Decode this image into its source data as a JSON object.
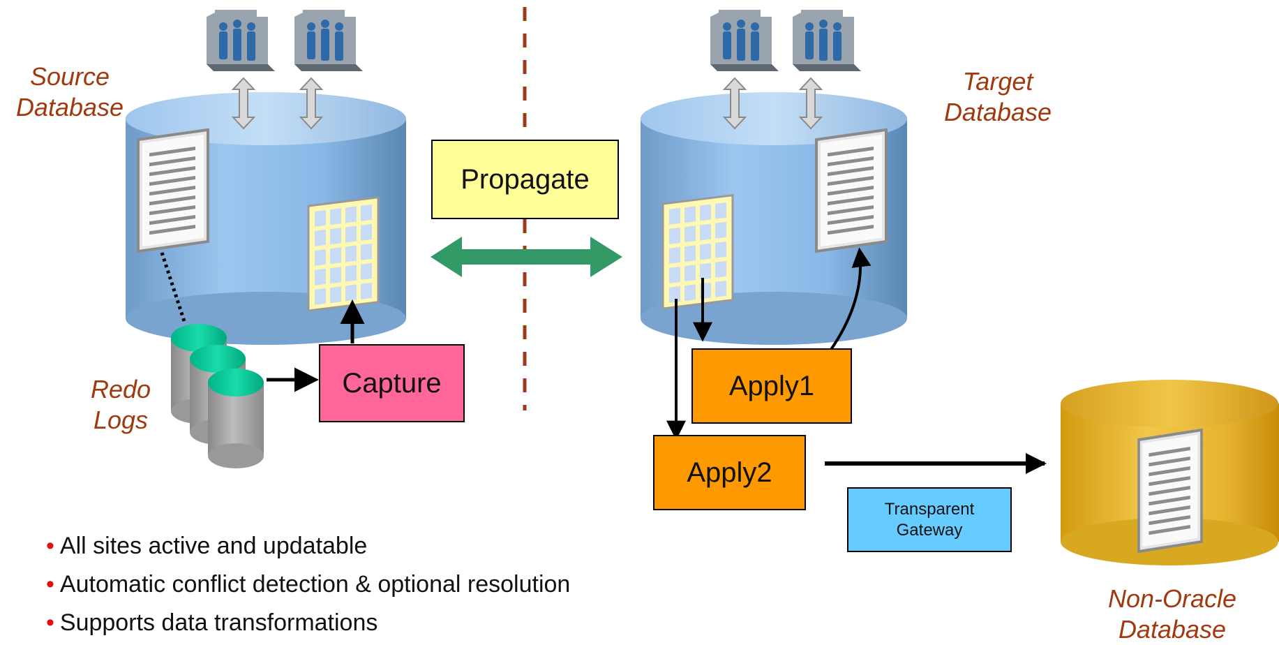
{
  "labels": {
    "source_line1": "Source",
    "source_line2": "Database",
    "target_line1": "Target",
    "target_line2": "Database",
    "redo_line1": "Redo",
    "redo_line2": "Logs",
    "nonoracle_line1": "Non-Oracle",
    "nonoracle_line2": "Database"
  },
  "boxes": {
    "propagate": "Propagate",
    "capture": "Capture",
    "apply1": "Apply1",
    "apply2": "Apply2",
    "gateway_line1": "Transparent",
    "gateway_line2": "Gateway"
  },
  "bullets": [
    "All sites active and updatable",
    "Automatic conflict detection & optional resolution",
    "Supports data transformations"
  ],
  "colors": {
    "label": "#a0390e",
    "propagate": "#ffff99",
    "capture": "#ff6699",
    "apply": "#ff9900",
    "gateway": "#66ccff",
    "db_blue": "#87b8e6",
    "db_gold": "#e0a818",
    "redo_top": "#00cc99",
    "bi_arrow": "#339966",
    "divider": "#a0391a"
  }
}
